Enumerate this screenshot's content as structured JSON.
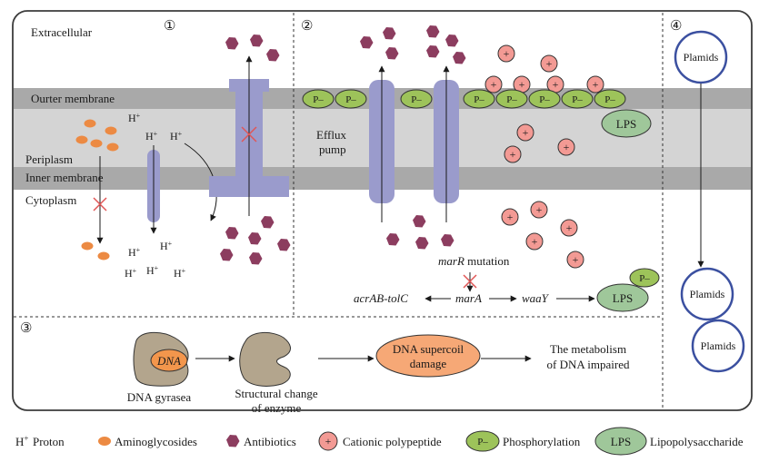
{
  "regions": {
    "extracellular": "Extracellular",
    "outer_membrane": "Ourter membrane",
    "periplasm": "Periplasm",
    "inner_membrane": "Inner membrane",
    "cytoplasm": "Cytoplasm"
  },
  "panels": {
    "p1": "①",
    "p2": "②",
    "p3": "③",
    "p4": "④"
  },
  "proton": {
    "symbol": "H",
    "sup": "+"
  },
  "efflux": {
    "line1": "Efflux",
    "line2": "pump"
  },
  "phospho_label": "P–",
  "lps_label": "LPS",
  "cation_label": "+",
  "mar": {
    "mutation_gene": "marR",
    "mutation_word": " mutation",
    "acrab": "acrAB-tolC",
    "mara": "marA",
    "waay": "waaY"
  },
  "gyrase": {
    "dna": "DNA",
    "name": "DNA gyrasea",
    "change1": "Structural change",
    "change2": "of enzyme",
    "damage1": "DNA supercoil",
    "damage2": "damage",
    "result1": "The metabolism",
    "result2": "of DNA impaired"
  },
  "plasmids": [
    "Plamids",
    "Plamids",
    "Plamids"
  ],
  "legend": {
    "proton": "Proton",
    "aminoglycosides": "Aminoglycosides",
    "antibiotics": "Antibiotics",
    "cationic": "Cationic polypeptide",
    "phosphorylation": "Phosphorylation",
    "lps": "Lipopolysaccharide"
  },
  "colors": {
    "membrane": "#a9a9a9",
    "periplasm": "#d4d4d4",
    "protein": "#9a9bcc",
    "aminoglycoside": "#ec8a43",
    "antibiotic": "#8c3d5f",
    "cation_fill": "#f39a94",
    "phospho_fill": "#9dc35a",
    "lps_fill": "#9fc79a",
    "enzyme": "#b3a58d",
    "damage_fill": "#f6a876",
    "plasmid_ring": "#3b50a0"
  }
}
